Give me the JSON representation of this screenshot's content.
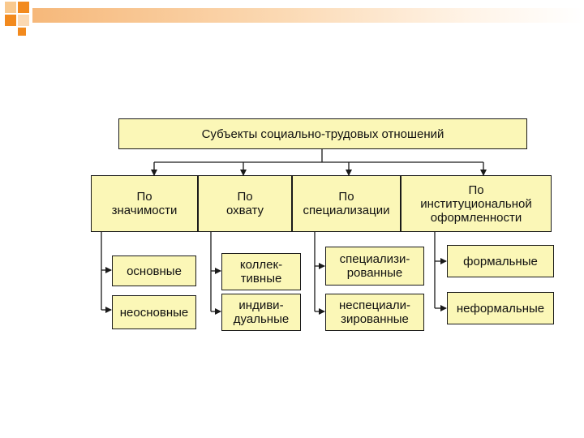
{
  "colors": {
    "box_fill": "#fbf7b7",
    "border": "#1a1a1a",
    "accent_orange": "#f28a1e",
    "accent_light": "#f9c98e"
  },
  "diagram": {
    "root": "Субъекты социально-трудовых отношений",
    "categories": [
      {
        "line1": "По",
        "line2": "значимости"
      },
      {
        "line1": "По",
        "line2": "охвату"
      },
      {
        "line1": "По",
        "line2": "специализации"
      },
      {
        "line1": "По",
        "line2": "институциональной",
        "line3": "оформленности"
      }
    ],
    "items": [
      [
        {
          "line1": "основные"
        },
        {
          "line1": "неосновные"
        }
      ],
      [
        {
          "line1": "коллек-",
          "line2": "тивные"
        },
        {
          "line1": "индиви-",
          "line2": "дуальные"
        }
      ],
      [
        {
          "line1": "специализи-",
          "line2": "рованные"
        },
        {
          "line1": "неспециали-",
          "line2": "зированные"
        }
      ],
      [
        {
          "line1": "формальные"
        },
        {
          "line1": "неформальные"
        }
      ]
    ]
  }
}
